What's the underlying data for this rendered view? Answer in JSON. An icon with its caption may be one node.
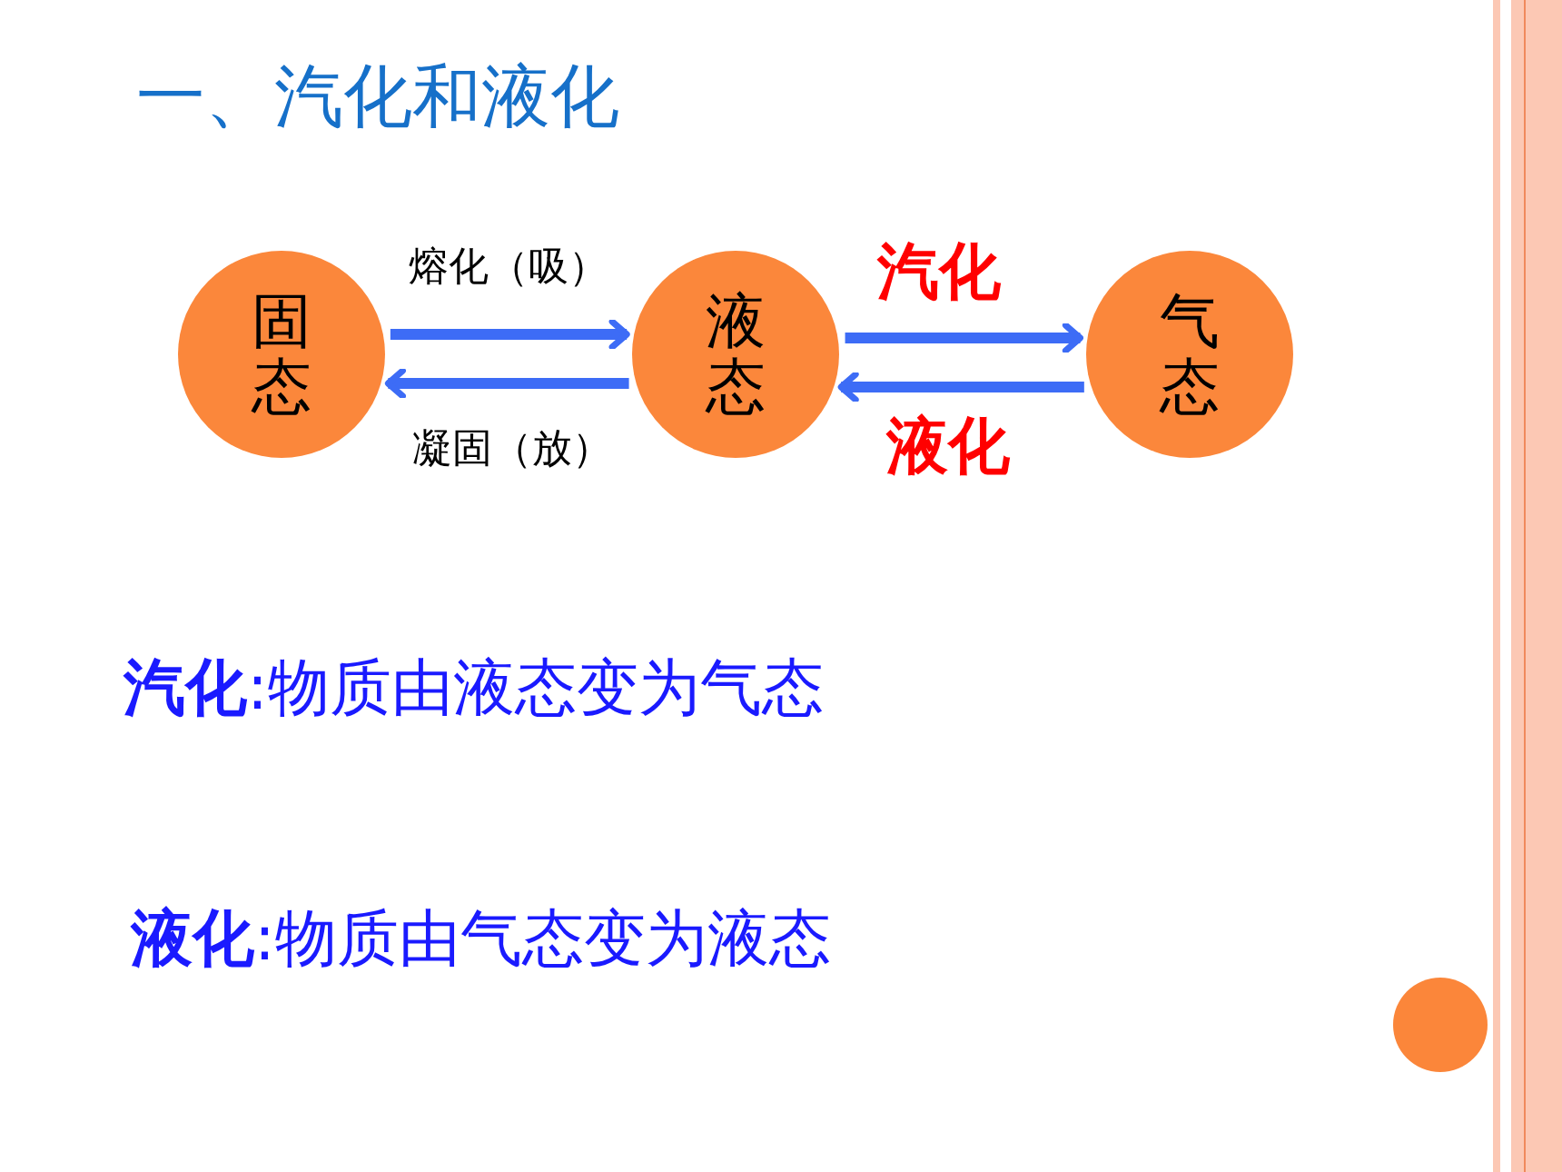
{
  "diagram": {
    "title": "一、汽化和液化",
    "nodes": [
      {
        "text": [
          "固态"
        ]
      },
      {
        "text": [
          "液态"
        ]
      },
      {
        "text": [
          "气态"
        ]
      }
    ],
    "edges": [
      {
        "from": 0,
        "to": 1,
        "arrow": "to",
        "label": "熔化（吸）"
      },
      {
        "from": 1,
        "to": 0,
        "arrow": "to",
        "label": "凝固（放）"
      },
      {
        "from": 1,
        "to": 2,
        "arrow": "to",
        "label": "汽化"
      },
      {
        "from": 2,
        "to": 1,
        "arrow": "to",
        "label": "液化"
      }
    ],
    "labels": [
      "**汽化**:物质由液态变为气态",
      "**液化**:物质由气态变为液态"
    ]
  }
}
